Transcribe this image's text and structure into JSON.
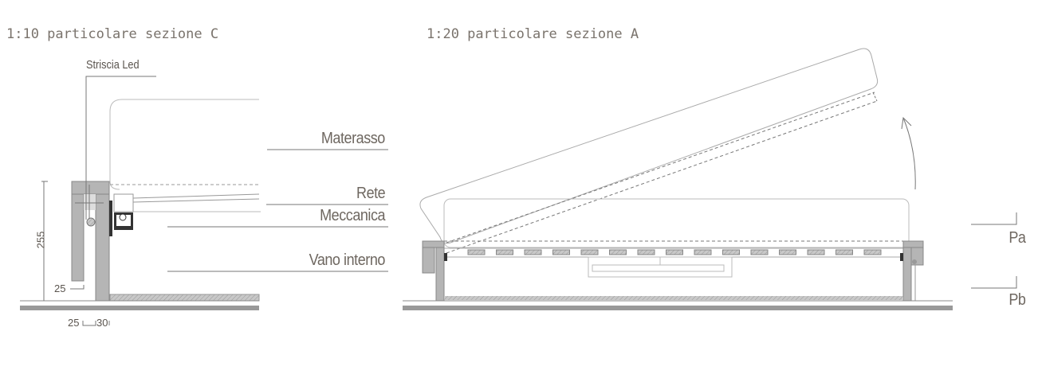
{
  "left_section": {
    "title": "1:10 particolare sezione C",
    "labels": {
      "led": "Striscia Led",
      "mattress": "Materasso",
      "net": "Rete",
      "mechanism": "Meccanica",
      "storage": "Vano interno"
    },
    "dimensions": {
      "height": "255",
      "leg": "25",
      "bottom_a": "25",
      "bottom_b": "30"
    }
  },
  "right_section": {
    "title": "1:20 particolare sezione A",
    "levels": {
      "top": "Pa",
      "bottom": "Pb"
    }
  }
}
